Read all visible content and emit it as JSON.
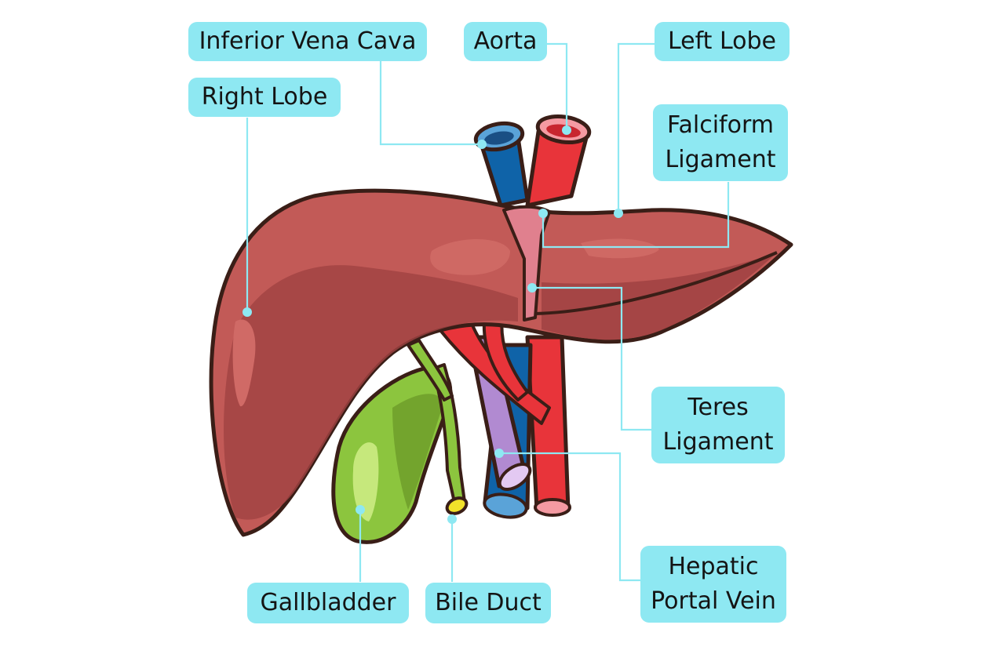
{
  "labels": {
    "inferior_vena_cava": "Inferior Vena Cava",
    "aorta": "Aorta",
    "left_lobe": "Left Lobe",
    "right_lobe": "Right Lobe",
    "falciform_ligament": "Falciform\nLigament",
    "teres_ligament": "Teres\nLigament",
    "hepatic_portal_vein": "Hepatic\nPortal Vein",
    "gallbladder": "Gallbladder",
    "bile_duct": "Bile Duct"
  },
  "colors": {
    "label_fill": "#8ee8f2",
    "leader_line": "#8ee8f2",
    "liver": "#c25a57",
    "liver_shadow": "#a04242",
    "liver_highlight": "#d06a66",
    "outline": "#3a1e17",
    "aorta": "#e8343a",
    "vena_cava": "#0f63a8",
    "portal_vein": "#b18ad1",
    "gallbladder": "#8cc53e",
    "gallbladder_dark": "#6e9e2a",
    "gallbladder_highlight": "#c6e87c",
    "ligament": "#e0808e",
    "bile_duct_end": "#f2e22a"
  }
}
